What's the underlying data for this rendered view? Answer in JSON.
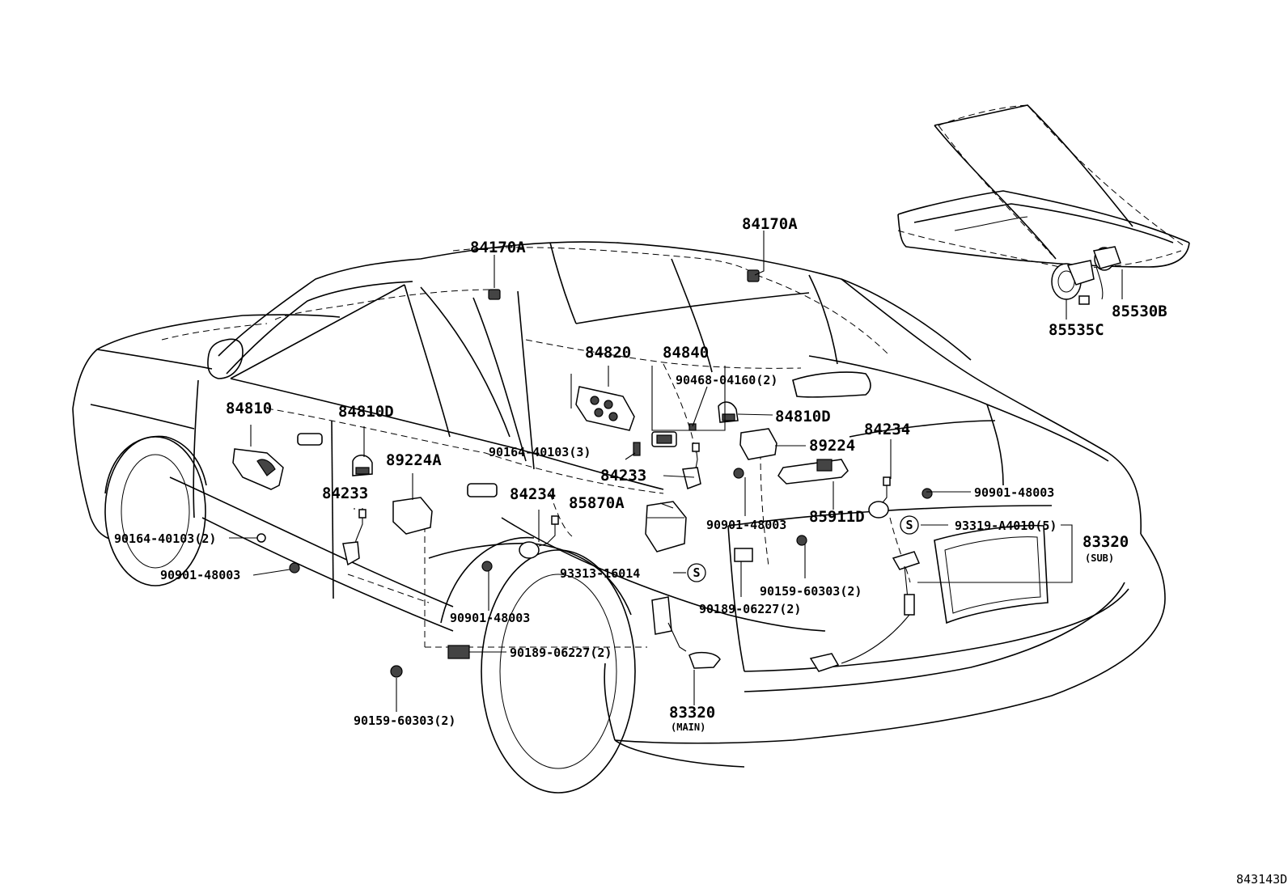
{
  "labels": {
    "p84170A_1": "84170A",
    "p84170A_2": "84170A",
    "p85530B": "85530B",
    "p85535C": "85535C",
    "p84820": "84820",
    "p84840": "84840",
    "p90468_04160": "90468-04160(2)",
    "p84810D_1": "84810D",
    "p84810": "84810",
    "p84810D_2": "84810D",
    "p89224": "89224",
    "p84234_1": "84234",
    "p89224A": "89224A",
    "p90164_40103_3": "90164-40103(3)",
    "p84233_1": "84233",
    "p84233_2": "84233",
    "p84234_2": "84234",
    "p85870A": "85870A",
    "p90901_48003_1": "90901-48003",
    "p90901_48003_2": "90901-48003",
    "p85911D": "85911D",
    "p93319_A4010": "93319-A4010(5)",
    "p83320_sub": "83320",
    "p83320_sub_note": "(SUB)",
    "p90164_40103_2": "90164-40103(2)",
    "p90901_48003_3": "90901-48003",
    "p93313_16014": "93313-16014",
    "p90159_60303_1": "90159-60303(2)",
    "p90189_06227_1": "90189-06227(2)",
    "p90901_48003_4": "90901-48003",
    "p90189_06227_2": "90189-06227(2)",
    "p83320_main": "83320",
    "p83320_main_note": "(MAIN)",
    "p90159_60303_2": "90159-60303(2)",
    "circle_s_1": "S",
    "circle_s_2": "S",
    "diagram_id": "843143D"
  }
}
